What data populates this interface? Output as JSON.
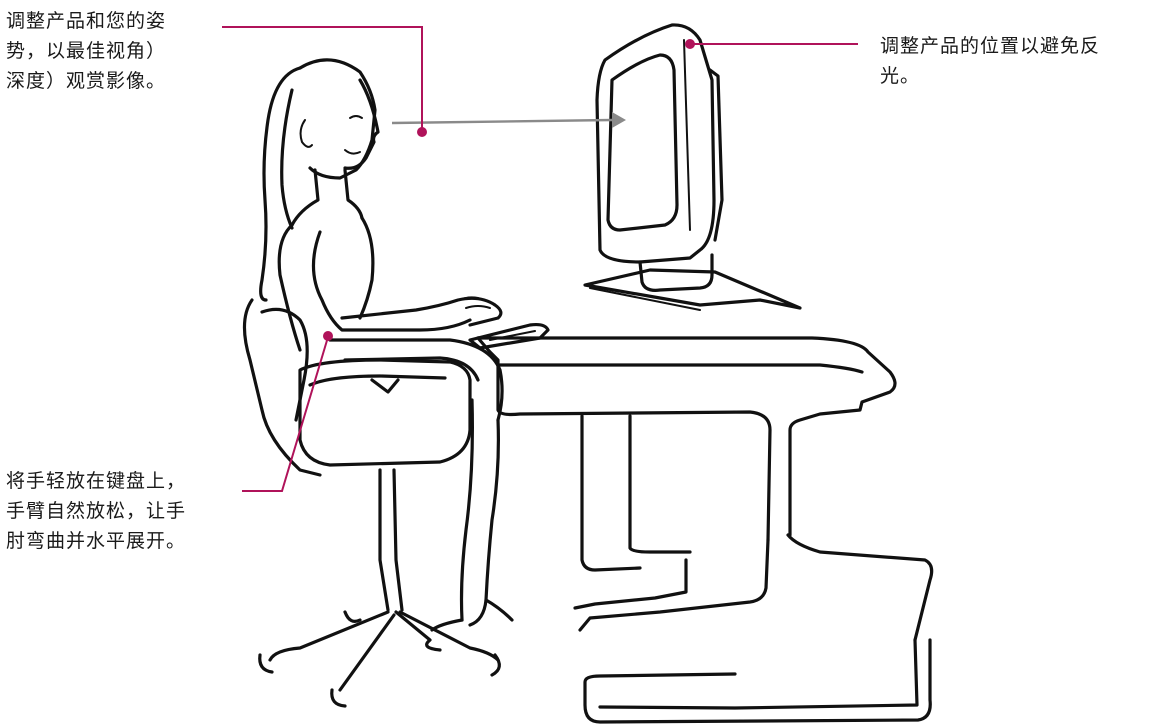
{
  "callouts": {
    "posture": {
      "lines": [
        "调整产品和您的姿",
        "势，以最佳视角）",
        "深度）观赏影像。"
      ]
    },
    "position": {
      "lines": [
        "调整产品的位置以避免反",
        "光。"
      ]
    },
    "hands": {
      "lines": [
        "将手轻放在键盘上，",
        "手臂自然放松，让手",
        "肘弯曲并水平展开。"
      ]
    }
  },
  "colors": {
    "leader": "#b0135a",
    "line_art": "#111111",
    "sight_line": "#8a8a8a"
  }
}
